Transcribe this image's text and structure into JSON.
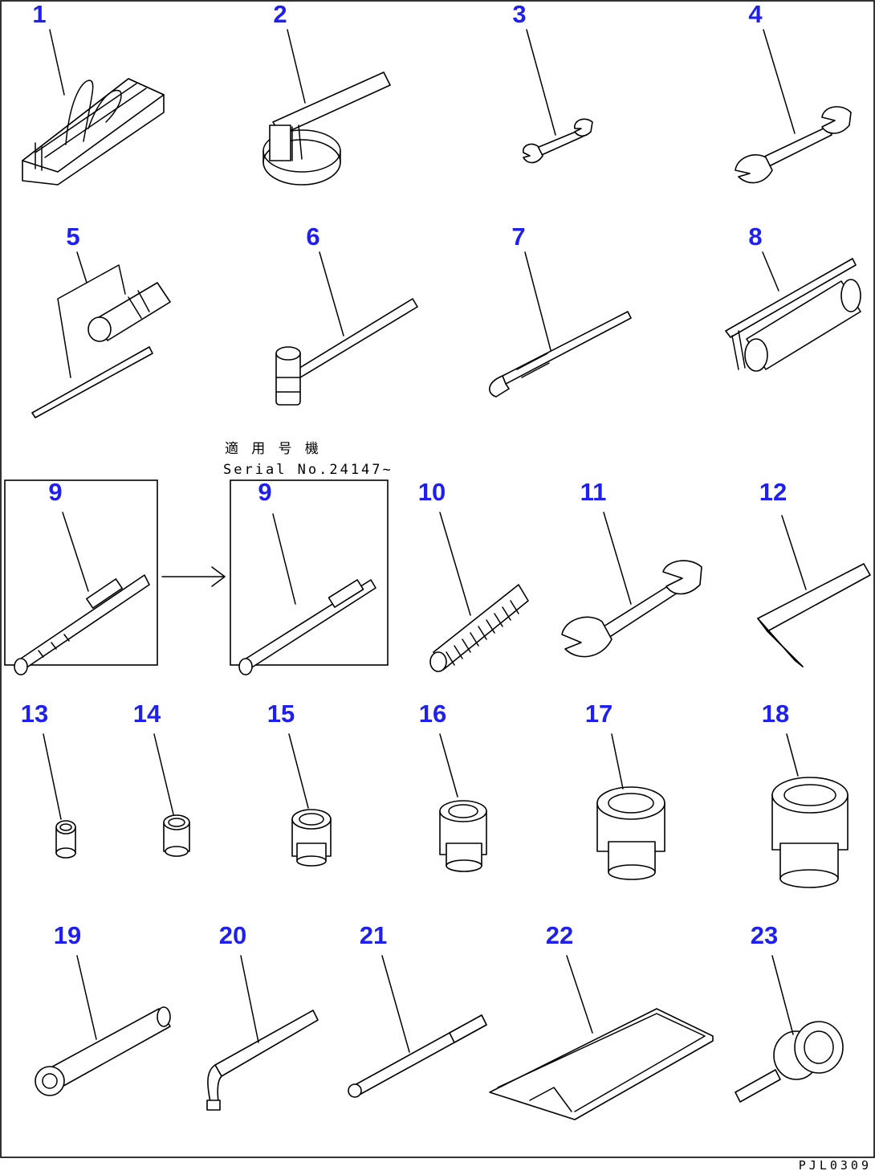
{
  "diagram": {
    "callouts": [
      "1",
      "2",
      "3",
      "4",
      "5",
      "6",
      "7",
      "8",
      "9",
      "9",
      "10",
      "11",
      "12",
      "13",
      "14",
      "15",
      "16",
      "17",
      "18",
      "19",
      "20",
      "21",
      "22",
      "23"
    ],
    "serial_note": {
      "line1": "適 用 号 機",
      "line2": "Serial No.24147~"
    },
    "drawing_code": "PJL0309",
    "colors": {
      "callout": "#1f1ff0",
      "line": "#000000",
      "background": "#ffffff"
    }
  }
}
